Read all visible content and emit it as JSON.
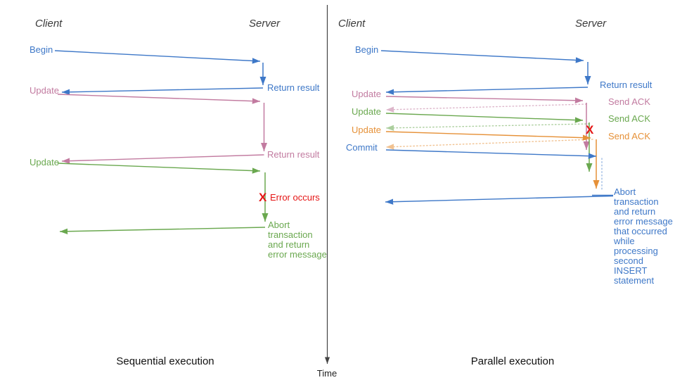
{
  "palette": {
    "blue": "#3e78c8",
    "pink": "#c27ba0",
    "green": "#6aa84f",
    "orange": "#e69138",
    "red": "#e51515",
    "axis": "#444444"
  },
  "time_axis": {
    "label": "Time"
  },
  "sequential": {
    "caption": "Sequential execution",
    "client": "Client",
    "server": "Server",
    "begin": "Begin",
    "return_result_1": "Return result",
    "update_1": "Update",
    "return_result_2": "Return result",
    "update_2": "Update",
    "error_mark": "X",
    "error_label": "Error occurs",
    "abort_lines": [
      "Abort",
      "transaction",
      "and return",
      "error message"
    ]
  },
  "parallel": {
    "caption": "Parallel execution",
    "client": "Client",
    "server": "Server",
    "begin": "Begin",
    "return_result": "Return result",
    "update_1": "Update",
    "update_2": "Update",
    "update_3": "Update",
    "commit": "Commit",
    "send_ack_1": "Send ACK",
    "send_ack_2": "Send ACK",
    "send_ack_3": "Send ACK",
    "error_mark": "X",
    "abort_lines": [
      "Abort",
      "transaction",
      "and return",
      "error message",
      "that occurred",
      "while",
      "processing",
      "second",
      "INSERT",
      "statement"
    ]
  }
}
